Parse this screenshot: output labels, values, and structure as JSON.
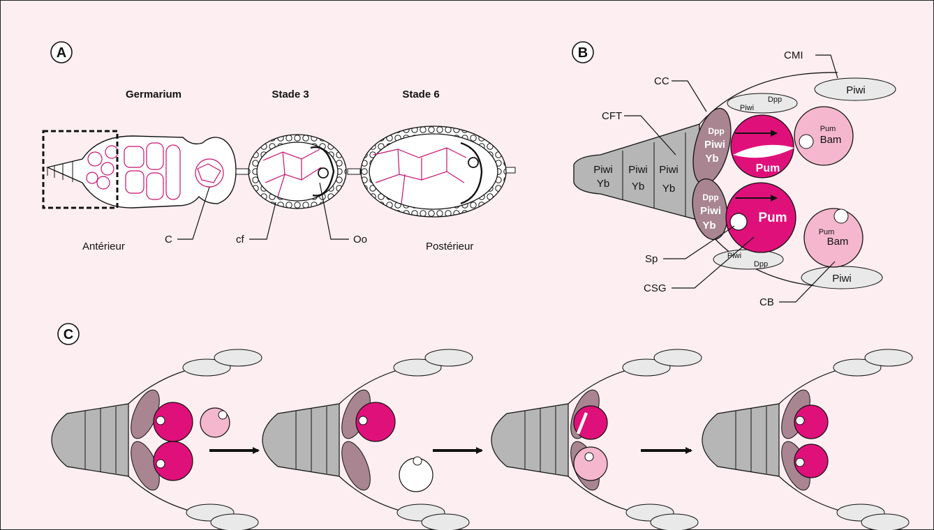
{
  "panels": {
    "a": "A",
    "b": "B",
    "c": "C"
  },
  "panel_a": {
    "stage_titles": [
      "Germarium",
      "Stade 3",
      "Stade 6"
    ],
    "labels": {
      "anterior": "Antérieur",
      "posterior": "Postérieur",
      "c": "C",
      "cf": "cf",
      "oo": "Oo"
    }
  },
  "panel_b": {
    "callouts": {
      "cmi": "CMI",
      "cc": "CC",
      "cft": "CFT",
      "sp": "Sp",
      "csg": "CSG",
      "cb": "CB"
    },
    "terminal": [
      {
        "top": "Piwi",
        "bottom": "Yb"
      },
      {
        "top": "Piwi",
        "bottom": "Yb"
      },
      {
        "top": "Piwi",
        "bottom": "Yb"
      }
    ],
    "cap_cells": [
      {
        "dpp": "Dpp",
        "piwi": "Piwi",
        "yb": "Yb"
      },
      {
        "dpp": "Dpp",
        "piwi": "Piwi",
        "yb": "Yb"
      }
    ],
    "gsc": [
      "Pum",
      "Pum"
    ],
    "cystoblasts": [
      {
        "pum": "Pum",
        "bam": "Bam"
      },
      {
        "pum": "Pum",
        "bam": "Bam"
      }
    ],
    "escort": [
      {
        "piwi": "Piwi",
        "dpp": "Dpp"
      },
      {
        "piwi": "Piwi",
        "dpp": "Dpp"
      }
    ],
    "inner_sheath": [
      "Piwi",
      "Piwi"
    ]
  },
  "colors": {
    "background": "#fdeef1",
    "gsc_magenta": "#e0107a",
    "cystoblast_pink": "#f5b7cd",
    "cap_cell_mauve": "#a88591",
    "terminal_gray": "#b6b6b6",
    "sheath_light": "#e9e9e9"
  }
}
